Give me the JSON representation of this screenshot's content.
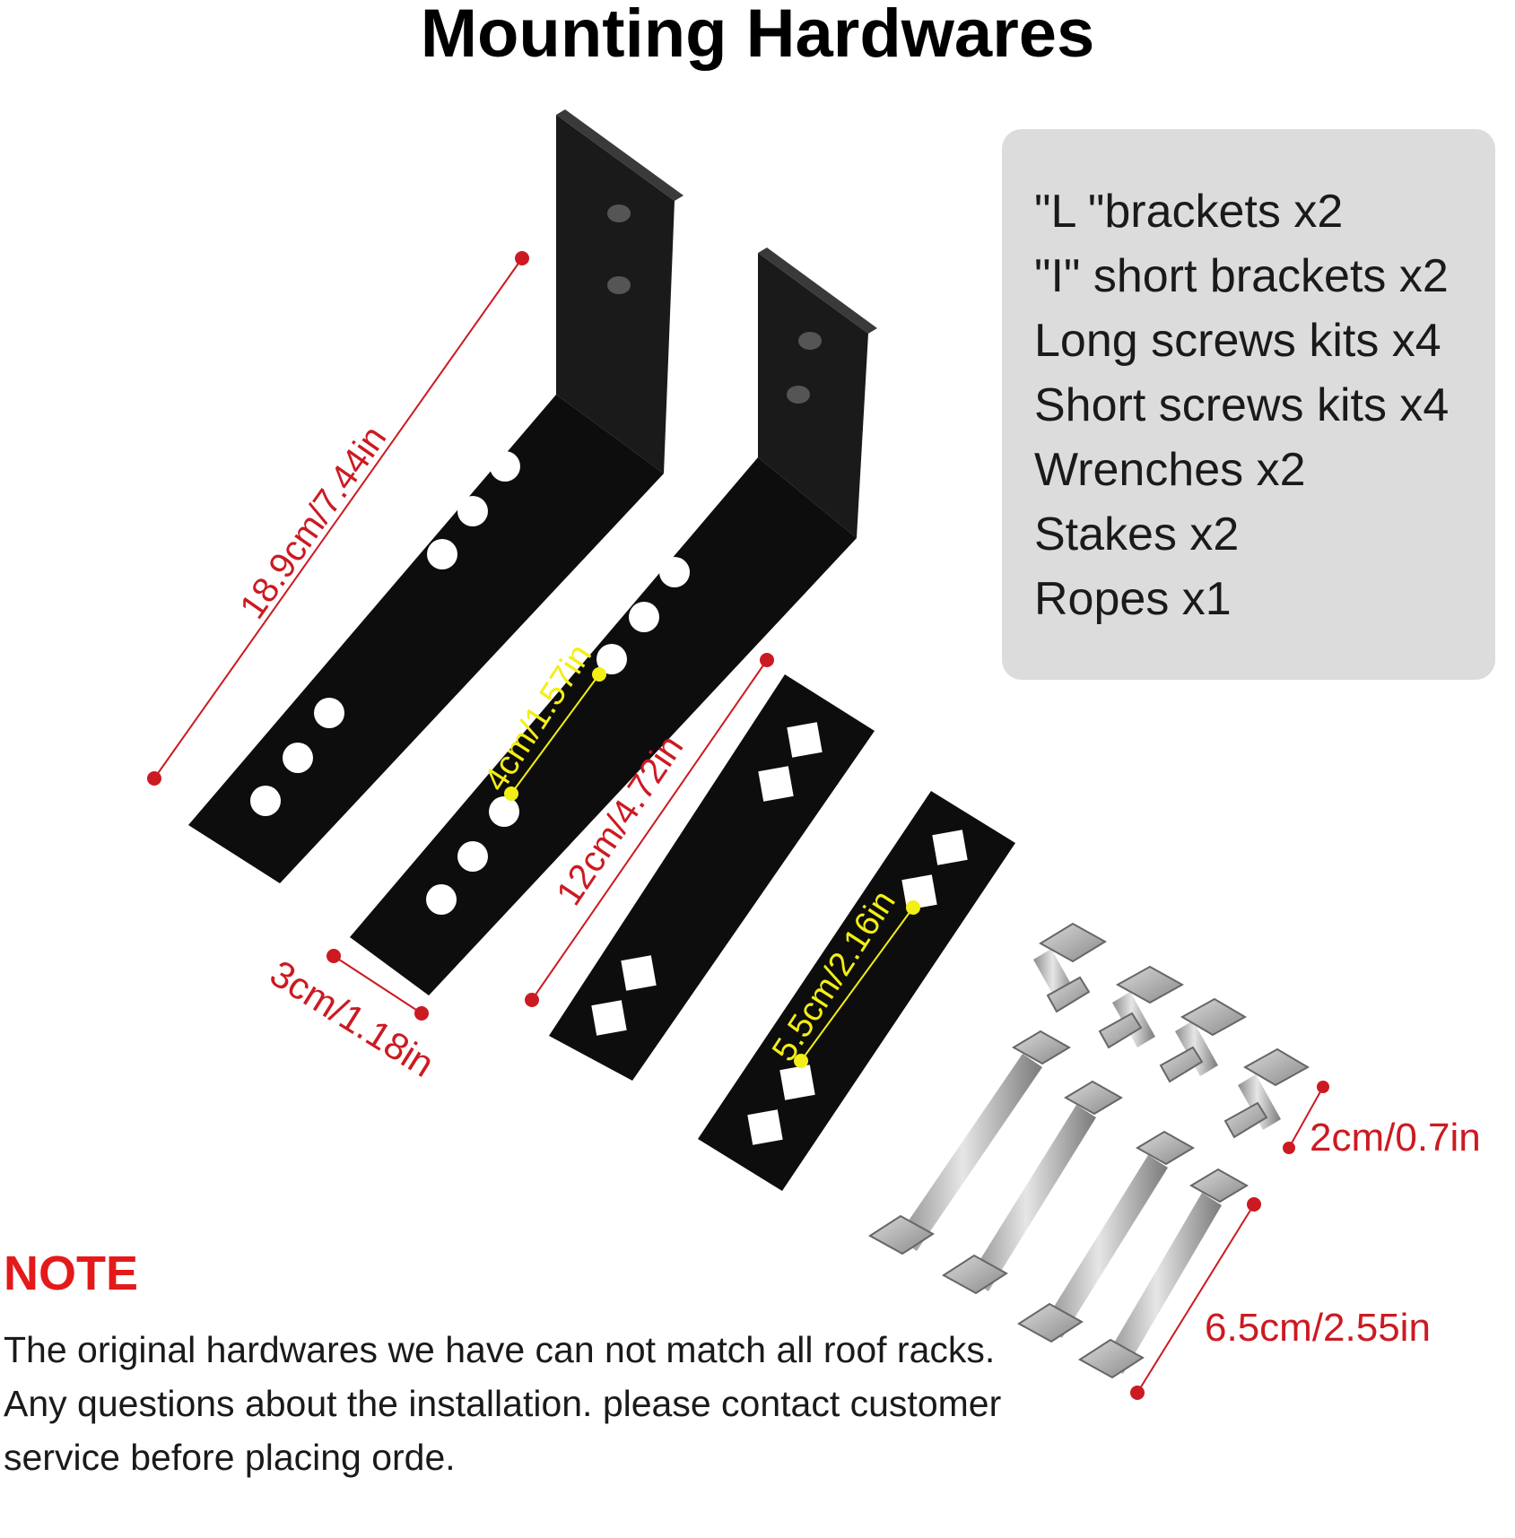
{
  "title": "Mounting Hardwares",
  "contents": [
    "\"L \"brackets x2",
    "\"I\" short brackets x2",
    "Long screws kits x4",
    "Short screws kits x4",
    "Wrenches x2",
    "Stakes x2",
    "Ropes x1"
  ],
  "dimensions": {
    "l_bracket_length": "18.9cm/7.44in",
    "l_bracket_width": "3cm/1.18in",
    "hole_spacing": "4cm/1.57in",
    "short_bracket_length": "12cm/4.72in",
    "short_bracket_hole_spacing": "5.5cm/2.16in",
    "short_screw_length": "2cm/0.7in",
    "long_screw_length": "6.5cm/2.55in"
  },
  "colors": {
    "dimension_red": "#cc1a22",
    "dimension_yellow": "#f2ee16",
    "note_red": "#e41a1a",
    "bracket_black": "#0d0d0d",
    "box_gray": "#dcdcdc"
  },
  "note": {
    "heading": "NOTE",
    "line1": "The original hardwares we have can not match all roof racks.",
    "line2": "Any questions about the installation. please contact customer service before placing orde."
  }
}
